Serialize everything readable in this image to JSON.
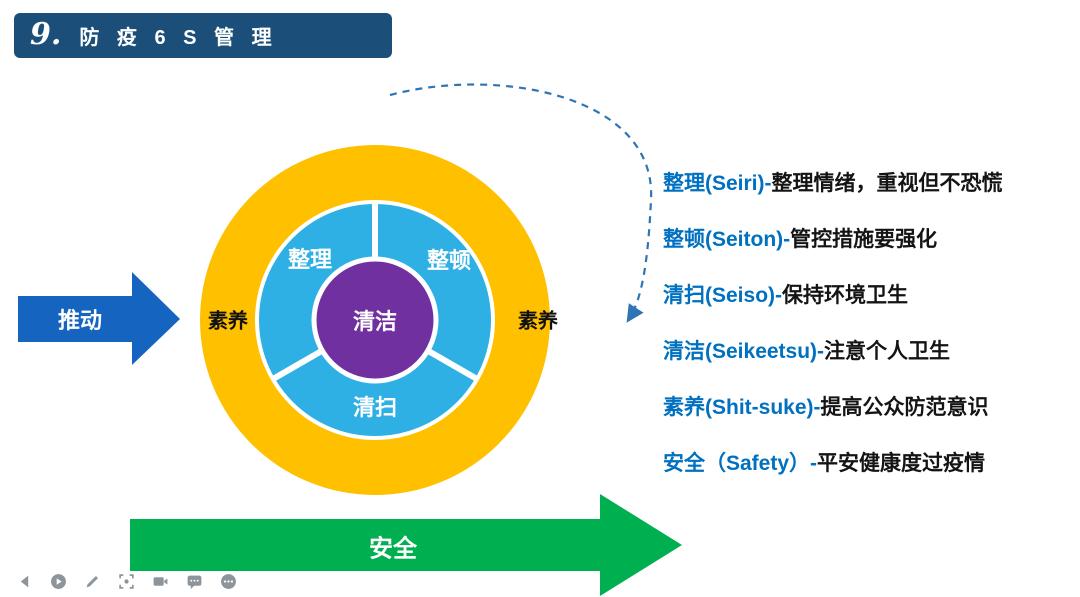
{
  "header": {
    "number": "9.",
    "title": "防 疫 6 S 管 理"
  },
  "diagram": {
    "push_arrow_label": "推动",
    "safety_arrow_label": "安全",
    "ring_label_left": "素养",
    "ring_label_right": "素养",
    "sector_top_left": "整理",
    "sector_top_right": "整顿",
    "sector_bottom": "清扫",
    "center_label": "清洁",
    "colors": {
      "outer_ring": "#FFC000",
      "inner_ring": "#2FB0E4",
      "center_circle": "#7030A0",
      "push_arrow": "#1565C0",
      "safety_arrow": "#00B050",
      "dashed_arc": "#2E75B6",
      "header_bar": "#1B4E79",
      "legend_term": "#0070C0"
    }
  },
  "legend": {
    "items": [
      {
        "term": "整理(Seiri)-",
        "desc": "整理情绪，重视但不恐慌"
      },
      {
        "term": "整顿(Seiton)-",
        "desc": "管控措施要强化"
      },
      {
        "term": "清扫(Seiso)-",
        "desc": "保持环境卫生"
      },
      {
        "term": "清洁(Seikeetsu)-",
        "desc": "注意个人卫生"
      },
      {
        "term": "素养(Shit-suke)-",
        "desc": "提高公众防范意识"
      },
      {
        "term": "安全（Safety）-",
        "desc": "平安健康度过疫情"
      }
    ]
  },
  "toolbar": {
    "icons": [
      "back-icon",
      "play-icon",
      "pencil-icon",
      "scan-icon",
      "camera-icon",
      "chat-icon",
      "more-icon"
    ]
  }
}
